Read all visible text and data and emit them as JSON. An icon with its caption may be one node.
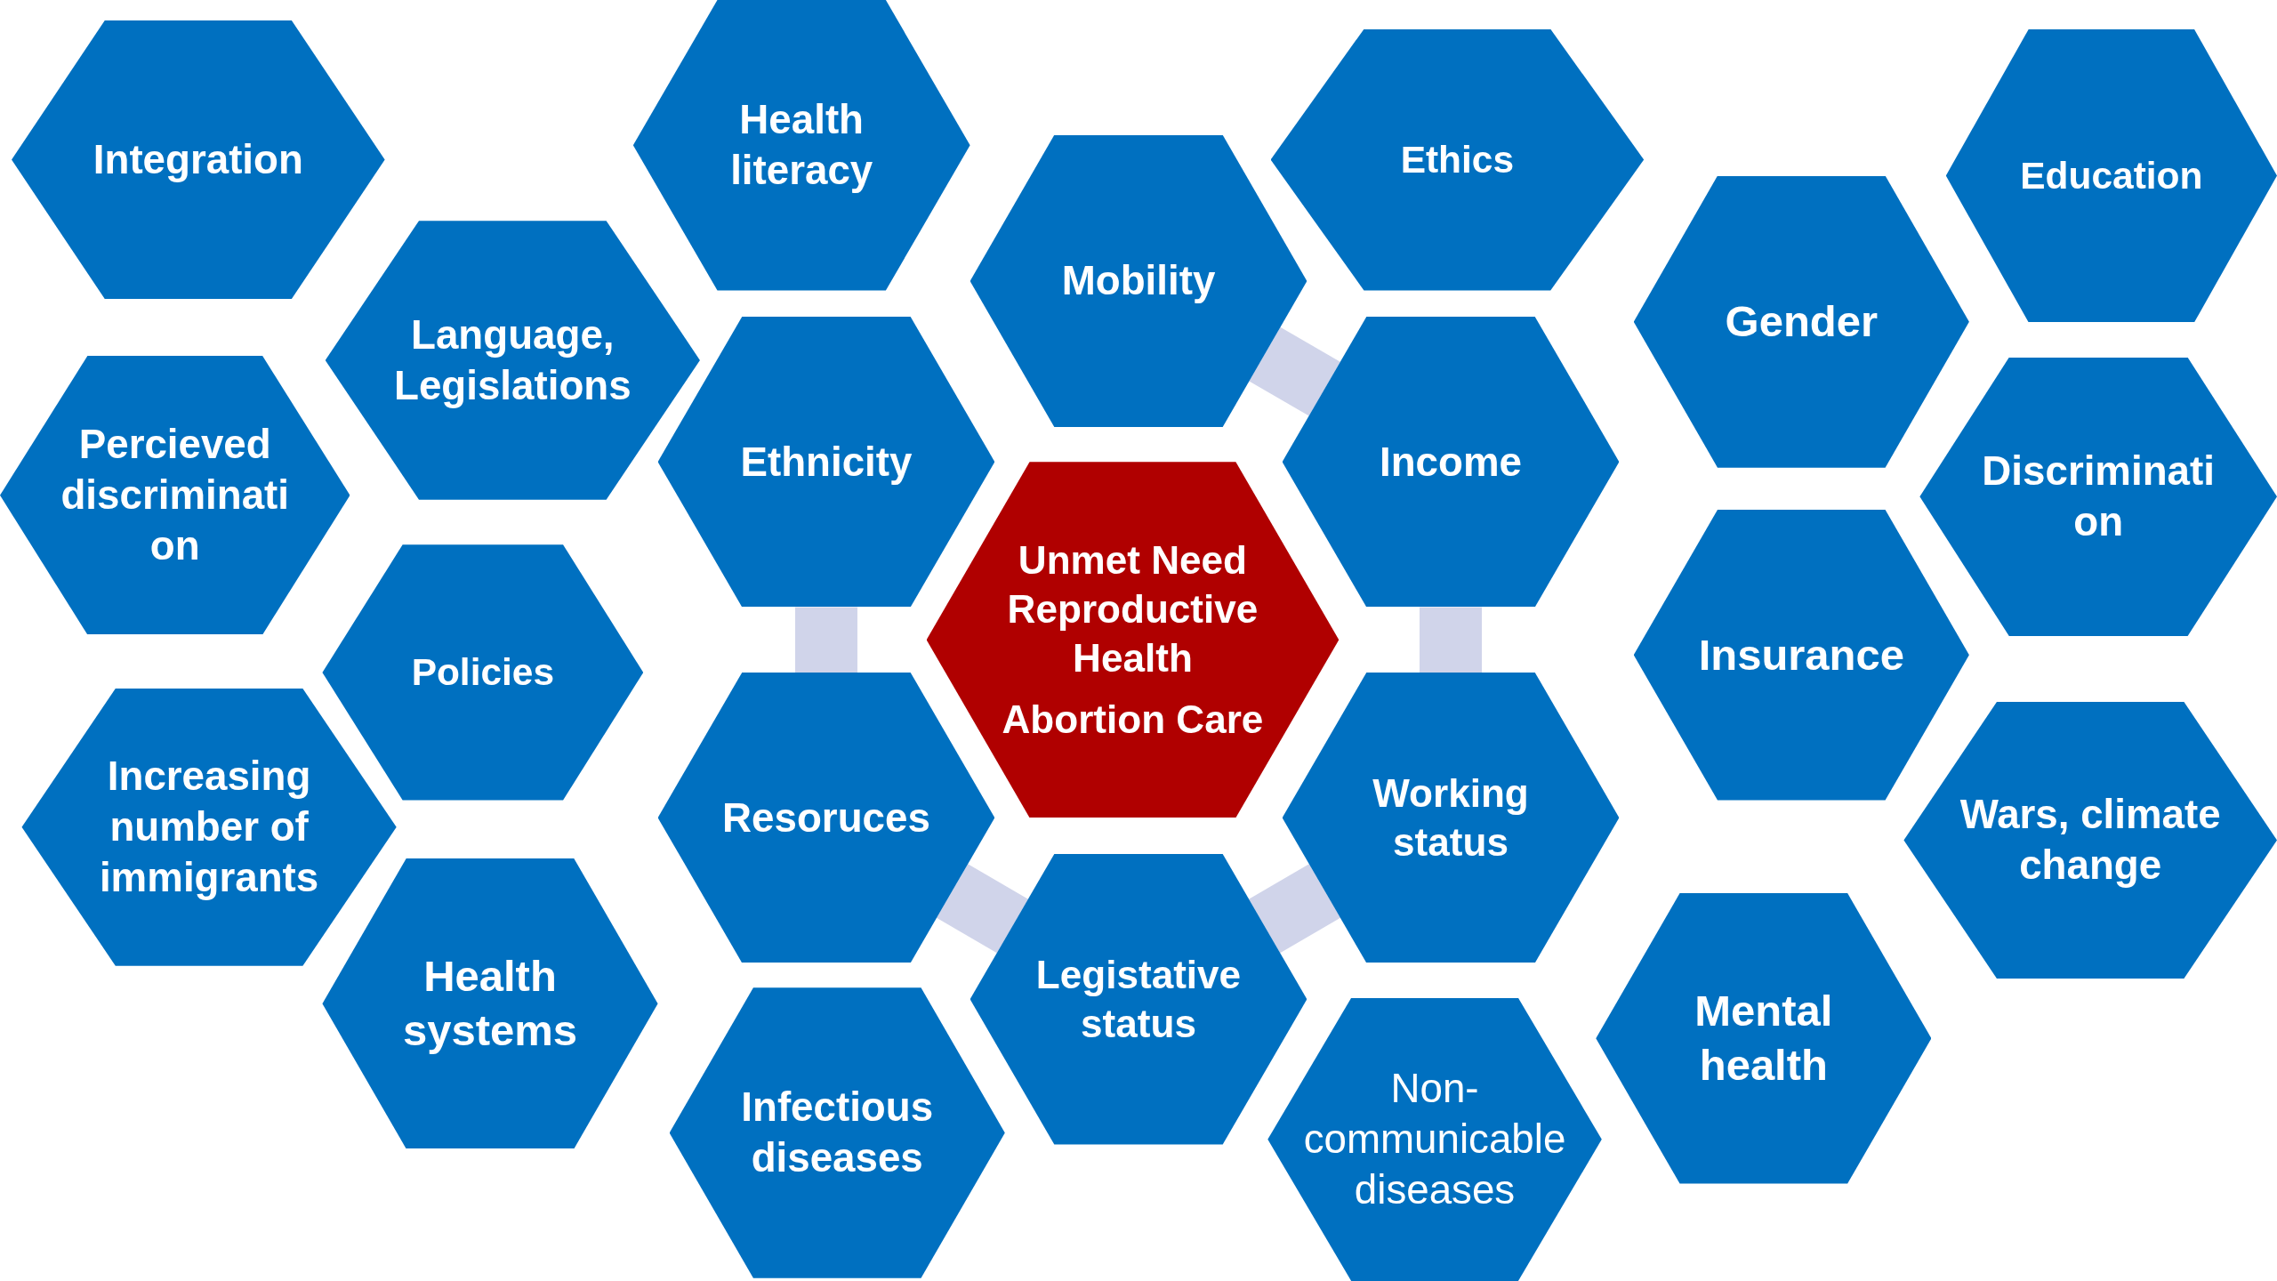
{
  "diagram": {
    "nodes": [
      {
        "text": [
          "Health literacy"
        ]
      },
      {
        "text": [
          "Integration"
        ]
      },
      {
        "text": [
          "Ethics"
        ]
      },
      {
        "text": [
          "Education"
        ]
      },
      {
        "text": [
          "Mobility"
        ]
      },
      {
        "text": [
          "Gender"
        ]
      },
      {
        "text": [
          "Language, Legislations"
        ]
      },
      {
        "text": [
          "Ethnicity"
        ]
      },
      {
        "text": [
          "Income"
        ]
      },
      {
        "text": [
          "Percieved discriminati on"
        ]
      },
      {
        "text": [
          "Discriminati on"
        ]
      },
      {
        "text": [
          "Unmet Need Reproductive Health",
          "Abortion Care"
        ]
      },
      {
        "text": [
          "Insurance"
        ]
      },
      {
        "text": [
          "Policies"
        ]
      },
      {
        "text": [
          "Resoruces"
        ]
      },
      {
        "text": [
          "Working status"
        ]
      },
      {
        "text": [
          "Increasing number of immigrants"
        ]
      },
      {
        "text": [
          "Wars, climate change"
        ]
      },
      {
        "text": [
          "Legistative status"
        ]
      },
      {
        "text": [
          "Health systems"
        ]
      },
      {
        "text": [
          "Mental health"
        ]
      },
      {
        "text": [
          "Infectious diseases"
        ]
      },
      {
        "text": [
          "Non-communicable diseases"
        ]
      }
    ],
    "edges": [
      {
        "from": 4,
        "to": 8,
        "arrow": "none"
      },
      {
        "from": 7,
        "to": 14,
        "arrow": "none"
      },
      {
        "from": 8,
        "to": 15,
        "arrow": "none"
      },
      {
        "from": 14,
        "to": 18,
        "arrow": "none"
      },
      {
        "from": 15,
        "to": 18,
        "arrow": "none"
      }
    ]
  }
}
